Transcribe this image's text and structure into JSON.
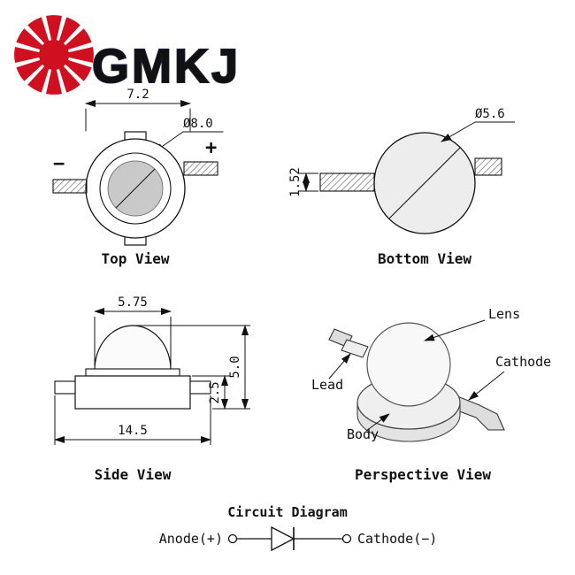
{
  "logo": {
    "text": "GMKJ"
  },
  "views": {
    "top": {
      "label": "Top View",
      "width_dim": "7.2",
      "diameter_dim": "Ø8.0",
      "plus": "+",
      "minus": "−"
    },
    "bottom": {
      "label": "Bottom View",
      "diameter_dim": "Ø5.6",
      "lead_dim": "1.52"
    },
    "side": {
      "label": "Side View",
      "dome_dim": "5.75",
      "height_dim": "5.0",
      "body_dim": "2.5",
      "base_dim": "14.5"
    },
    "perspective": {
      "label": "Perspective View",
      "lens_label": "Lens",
      "cathode_label": "Cathode",
      "lead_label": "Lead",
      "body_label": "Body"
    }
  },
  "circuit": {
    "title": "Circuit Diagram",
    "anode_label": "Anode(+)",
    "cathode_label": "Cathode(−)"
  },
  "colors": {
    "logo_red": "#cf1020",
    "line": "#111111"
  }
}
